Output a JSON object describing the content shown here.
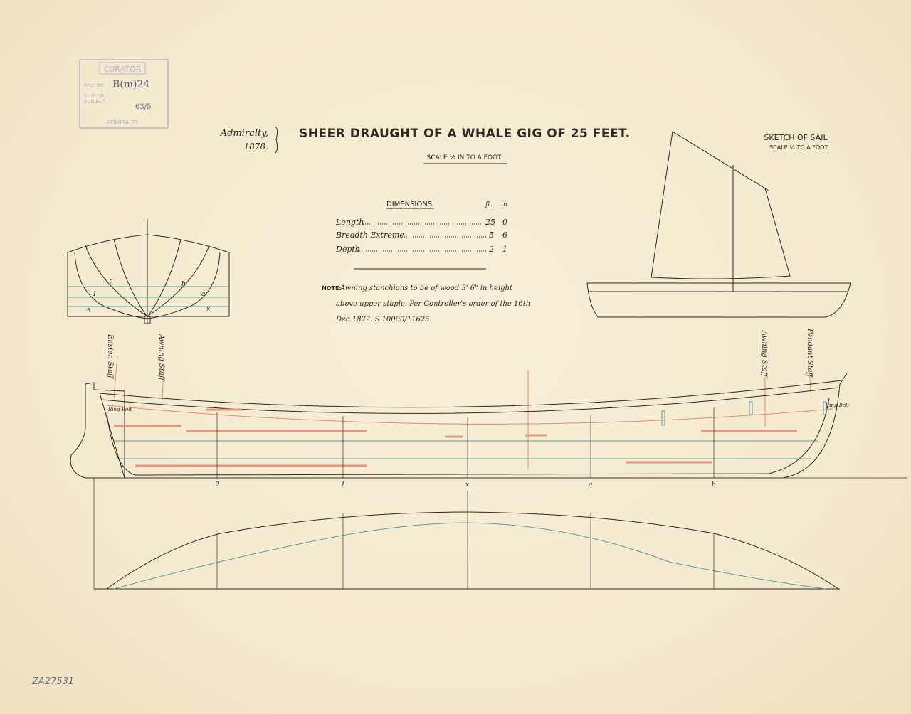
{
  "stamp": {
    "header": "CURATOR",
    "reg_label": "Reg. No.",
    "reg_value": "B(m)24",
    "subject_label_1": "SHIP OR",
    "subject_label_2": "SUBJECT",
    "subject_value": "63/5",
    "footer": "ADMIRALTY"
  },
  "title": {
    "authority": "Admiralty,",
    "year": "1878.",
    "main": "SHEER DRAUGHT OF A WHALE GIG OF 25 FEET.",
    "scale": "SCALE ½ IN TO A FOOT."
  },
  "sail": {
    "title": "SKETCH OF SAIL",
    "scale": "SCALE ¼ TO A FOOT."
  },
  "dimensions": {
    "heading": "DIMENSIONS.",
    "unit_ft": "ft.",
    "unit_in": "in.",
    "rows": [
      {
        "label": "Length",
        "ft": "25",
        "in": "0"
      },
      {
        "label": "Breadth Extreme",
        "ft": "5",
        "in": "6"
      },
      {
        "label": "Depth",
        "ft": "2",
        "in": "1"
      }
    ]
  },
  "note": {
    "label": "NOTE:",
    "line1": "Awning stanchions to be of wood 3' 6\" in height",
    "line2": "above upper staple. Per Controller's order of the 16th",
    "line3": "Dec 1872. S 10000/11625"
  },
  "body_plan_labels": [
    "2",
    "b",
    "1",
    "a",
    "x",
    "x"
  ],
  "staff_labels": {
    "ensign": "Ensign Staff",
    "awning_aft": "Awning Staff",
    "awning_fwd": "Awning Staff",
    "pendant": "Pendant Staff"
  },
  "ring_bolt": "Ring Bolt",
  "stations": [
    "2",
    "1",
    "x",
    "a",
    "b"
  ],
  "archive_number": "ZA27531",
  "colors": {
    "paper": "#f6ecd3",
    "ink": "#2d2a24",
    "red": "#e48b74",
    "blue": "#5f9c9c"
  }
}
